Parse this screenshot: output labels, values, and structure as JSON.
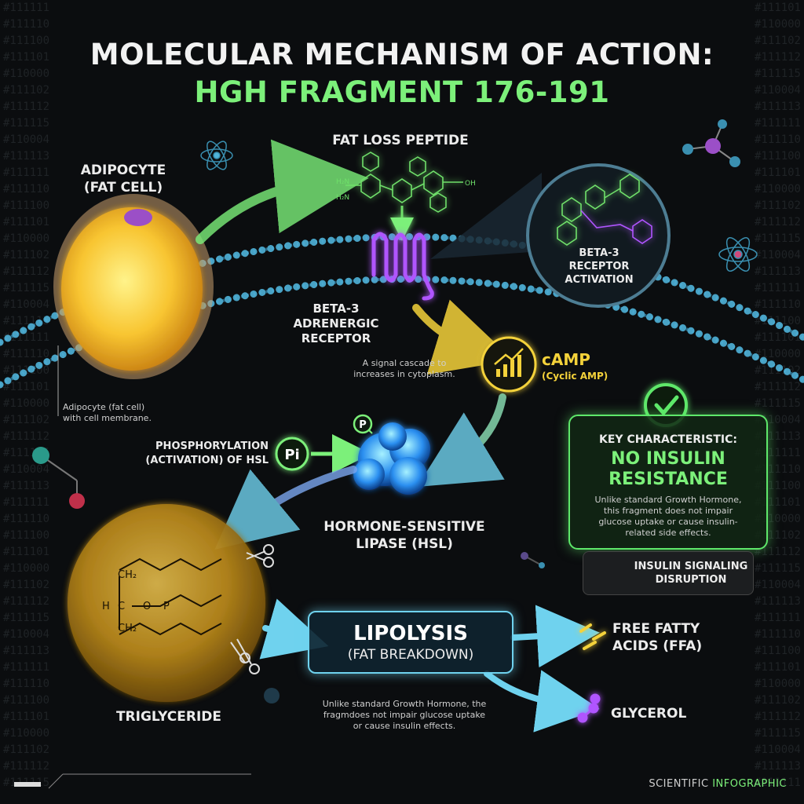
{
  "title": {
    "line1": "MOLECULAR MECHANISM OF ACTION:",
    "line2": "HGH FRAGMENT 176-191"
  },
  "labels": {
    "adipocyte": [
      "ADIPOCYTE",
      "(FAT CELL)"
    ],
    "fat_loss_peptide": "FAT LOSS PEPTIDE",
    "beta3_activation": [
      "BETA-3",
      "RECEPTOR",
      "ACTIVATION"
    ],
    "beta3_receptor": [
      "BETA-3",
      "ADRENERGIC",
      "RECEPTOR"
    ],
    "signal_note": [
      "A signal cascade to",
      "increases in cytoplasm."
    ],
    "camp": "cAMP",
    "camp_sub": "(Cyclic AMP)",
    "adipocyte_note": [
      "Adipocyte (fat cell)",
      "with cell membrane."
    ],
    "phosphorylation": [
      "PHOSPHORYLATION",
      "(ACTIVATION) OF HSL"
    ],
    "pi": "Pi",
    "p": "P",
    "hsl": [
      "HORMONE-SENSITIVE",
      "LIPASE (HSL)"
    ],
    "triglyceride": "TRIGLYCERIDE",
    "lipolysis": "LIPOLYSIS",
    "lipolysis_sub": "(FAT BREAKDOWN)",
    "bottom_note": [
      "Unlike standard Growth Hormone, the",
      "fragmdoes not impair glucose uptake",
      "or cause insulin effects."
    ],
    "ffa": [
      "FREE FATTY",
      "ACIDS (FFA)"
    ],
    "glycerol": "GLYCEROL",
    "tg_struct": {
      "ch2_top": "CH₂",
      "h": "H",
      "c": "C",
      "o": "O",
      "p": "P",
      "ch2_bot": "CH₂"
    },
    "peptide_atoms": [
      "H₂N",
      "H₂N",
      "OH"
    ]
  },
  "key_box": {
    "heading": "KEY CHARACTERISTIC:",
    "title1": "NO INSULIN",
    "title2": "RESISTANCE",
    "body": [
      "Unlike standard Growth Hormone,",
      "this fragment does not impair",
      "glucose uptake or cause insulin-",
      "related side effects."
    ]
  },
  "disruption_box": {
    "label": [
      "INSULIN SIGNALING",
      "DISRUPTION"
    ]
  },
  "footer": {
    "prefix": "SCIENTIFIC ",
    "accent": "INFOGRAPHIC"
  },
  "colors": {
    "accent_green": "#7cf07a",
    "receptor_purple": "#b054ff",
    "camp_yellow": "#f4d23a",
    "hsl_blue": "#3aa8ff",
    "lipo_cyan": "#6fd2ee",
    "fat_yellow": "#f6c744",
    "x_red": "#ff3b3b"
  },
  "background_code": [
    "#111111",
    "#111110",
    "#111100",
    "#111101",
    "#110000",
    "#111102",
    "#111112",
    "#111115",
    "#110004",
    "#111113"
  ]
}
